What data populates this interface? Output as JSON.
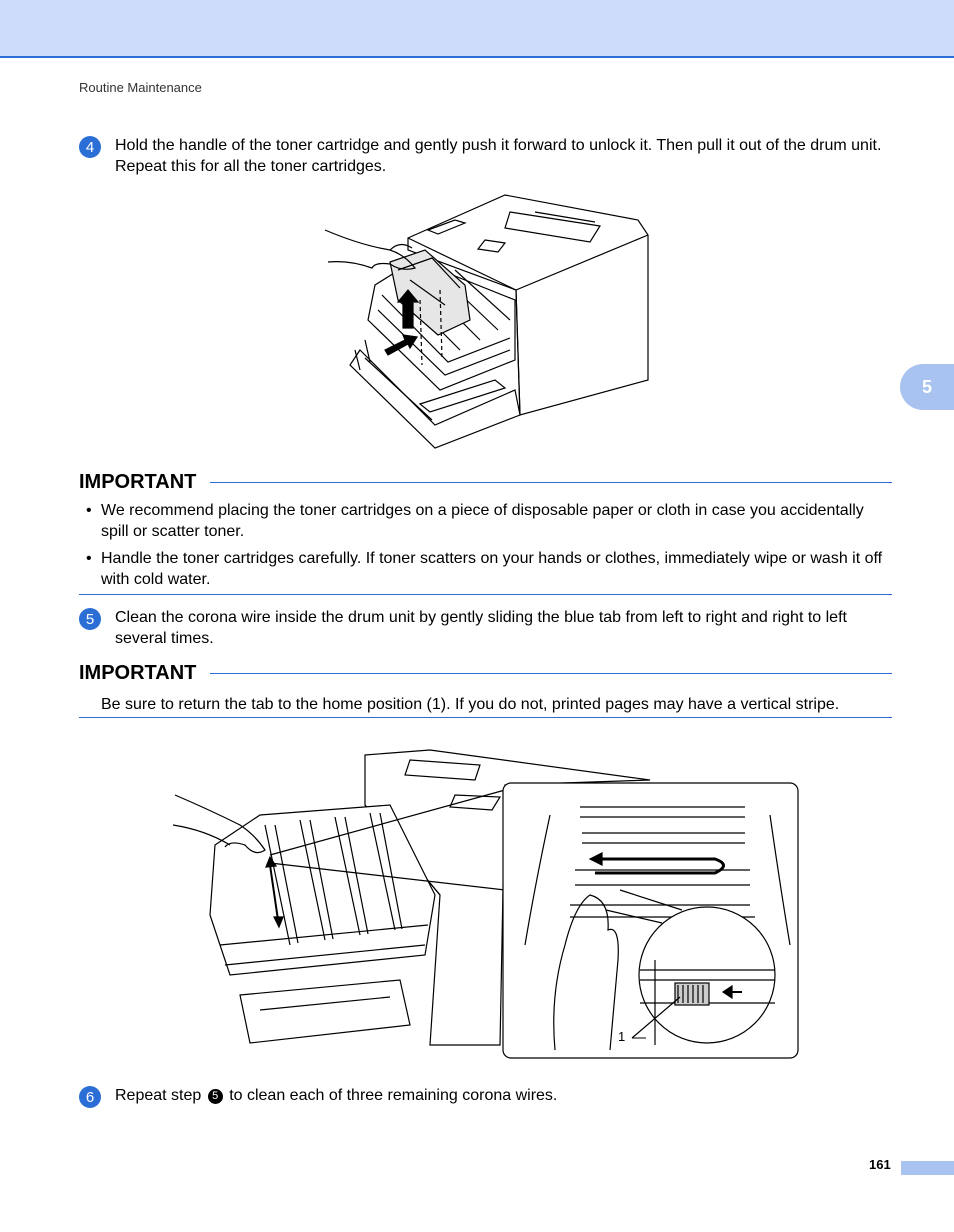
{
  "header": {
    "running_head": "Routine Maintenance"
  },
  "chapter_tab": "5",
  "steps": [
    {
      "num": "4",
      "text": "Hold the handle of the toner cartridge and gently push it forward to unlock it. Then pull it out of the drum unit. Repeat this for all the toner cartridges."
    },
    {
      "num": "5",
      "text": "Clean the corona wire inside the drum unit by gently sliding the blue tab from left to right and right to left several times."
    },
    {
      "num": "6",
      "text_before": "Repeat step",
      "ref": "5",
      "text_after": "to clean each of three remaining corona wires."
    }
  ],
  "important1": {
    "title": "IMPORTANT",
    "items": [
      "We recommend placing the toner cartridges on a piece of disposable paper or cloth in case you accidentally spill or scatter toner.",
      "Handle the toner cartridges carefully. If toner scatters on your hands or clothes, immediately wipe or wash it off with cold water."
    ]
  },
  "important2": {
    "title": "IMPORTANT",
    "text": "Be sure to return the tab to the home position (1). If you do not, printed pages may have a vertical stripe."
  },
  "figure2": {
    "callout_label": "1"
  },
  "footer": {
    "page_number": "161"
  },
  "colors": {
    "accent": "#2b6fd6",
    "header_band": "#cddcfb",
    "tab": "#a9c3f0"
  }
}
